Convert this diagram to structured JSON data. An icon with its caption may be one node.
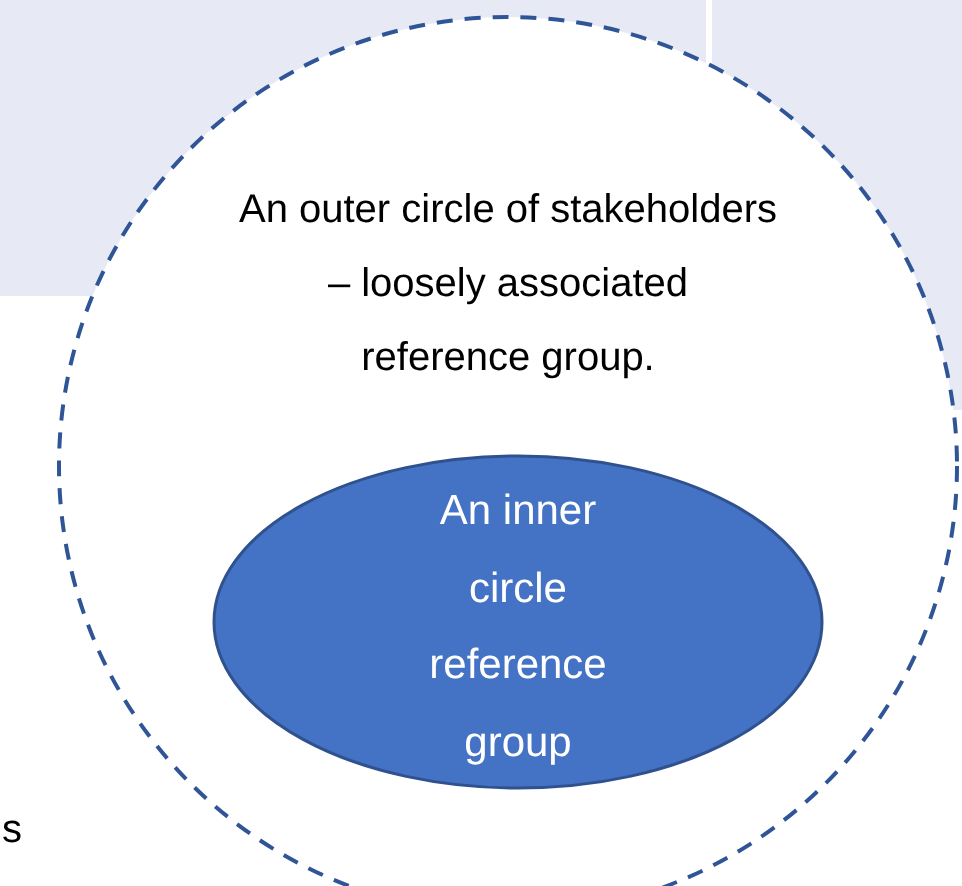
{
  "diagram": {
    "nodes": [
      {
        "text": [
          "An outer circle of stakeholders – loosely associated reference group."
        ]
      },
      {
        "text": [
          "An inner circle reference group"
        ],
        "in": 0
      }
    ],
    "labels": [
      "s"
    ]
  }
}
